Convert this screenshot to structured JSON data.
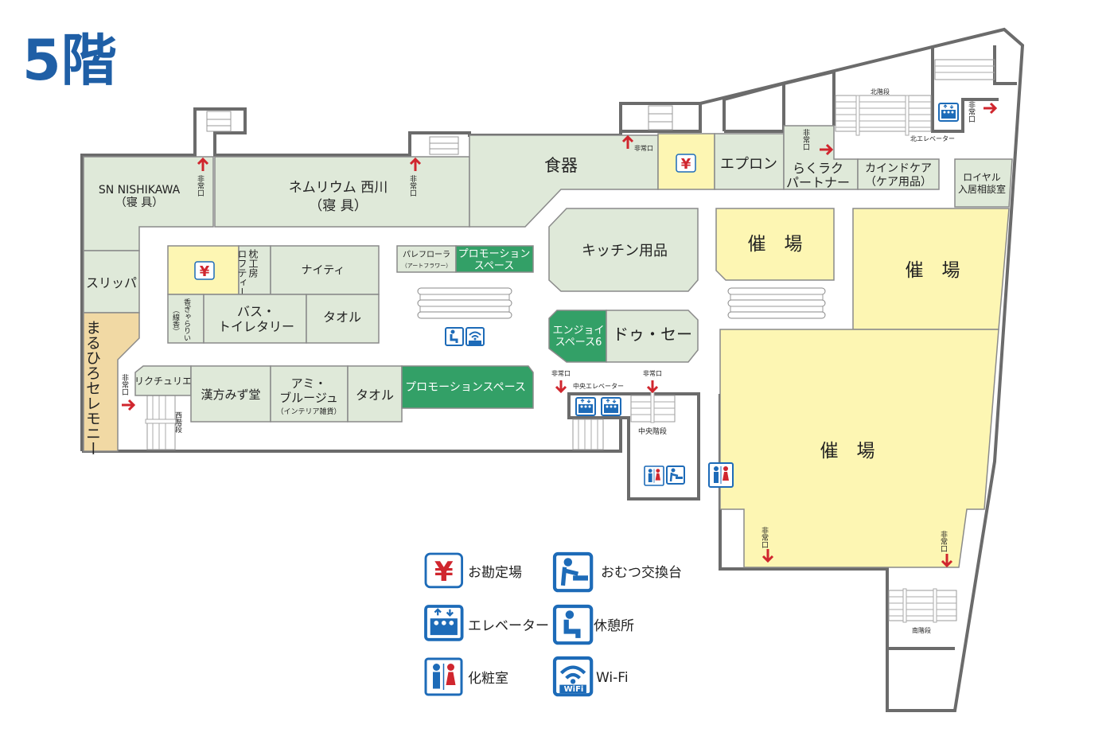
{
  "title": "5階",
  "colors": {
    "title": "#1f5fa6",
    "room": "#dfe9d9",
    "promo": "#33a067",
    "event": "#fdf6b3",
    "tan": "#f1d9a4",
    "exit_arrow": "#d0262e",
    "icon": "#1d6bb8"
  },
  "shops": {
    "sn_nishikawa": [
      "SN NISHIKAWA",
      "（寝 具）"
    ],
    "nemurium": [
      "ネムリウム 西川",
      "（寝 具）"
    ],
    "shokki": "食器",
    "apron": "エプロン",
    "rakuraku": [
      "らくラク",
      "パートナー"
    ],
    "kindcare": [
      "カインドケア",
      "（ケア用品）"
    ],
    "royal": [
      "ロイヤル",
      "入居相談室"
    ],
    "slipper": "スリッパ",
    "maruhiro": "まるひろセレモニー",
    "makura": [
      "枕工房",
      "ロフティー"
    ],
    "naity": "ナイティ",
    "kou": [
      "香ぎゃらりい",
      "（線香）"
    ],
    "bath": [
      "バス・",
      "トイレタリー"
    ],
    "towel1": "タオル",
    "palefleur": [
      "パレフローラ",
      "（アートフラワー）"
    ],
    "promo_small": [
      "プロモーション",
      "スペース"
    ],
    "kitchen": "キッチン用品",
    "enjoy": [
      "エンジョイ",
      "スペース6"
    ],
    "douce": "ドゥ・セー",
    "event1": "催　場",
    "event2": "催　場",
    "event3": "催　場",
    "recouturier": "リクチュリエ",
    "kampo": "漢方みず堂",
    "ami": [
      "アミ・",
      "ブルージュ",
      "（インテリア雑貨）"
    ],
    "towel2": "タオル",
    "promo_large": "プロモーションスペース"
  },
  "facilities": {
    "emergency_exit": "非常口",
    "north_stairs": "北階段",
    "north_elevator": "北エレベーター",
    "central_elevator": "中央エレベーター",
    "central_stairs": "中央階段",
    "west_stairs": "西階段",
    "south_stairs": "南階段"
  },
  "legend": [
    {
      "icon": "yen-icon",
      "label": "お勘定場"
    },
    {
      "icon": "baby-changing-icon",
      "label": "おむつ交換台"
    },
    {
      "icon": "elevator-icon",
      "label": "エレベーター"
    },
    {
      "icon": "rest-area-icon",
      "label": "休憩所"
    },
    {
      "icon": "restroom-icon",
      "label": "化粧室"
    },
    {
      "icon": "wifi-icon",
      "label": "Wi-Fi",
      "badge": "WiFi"
    }
  ]
}
